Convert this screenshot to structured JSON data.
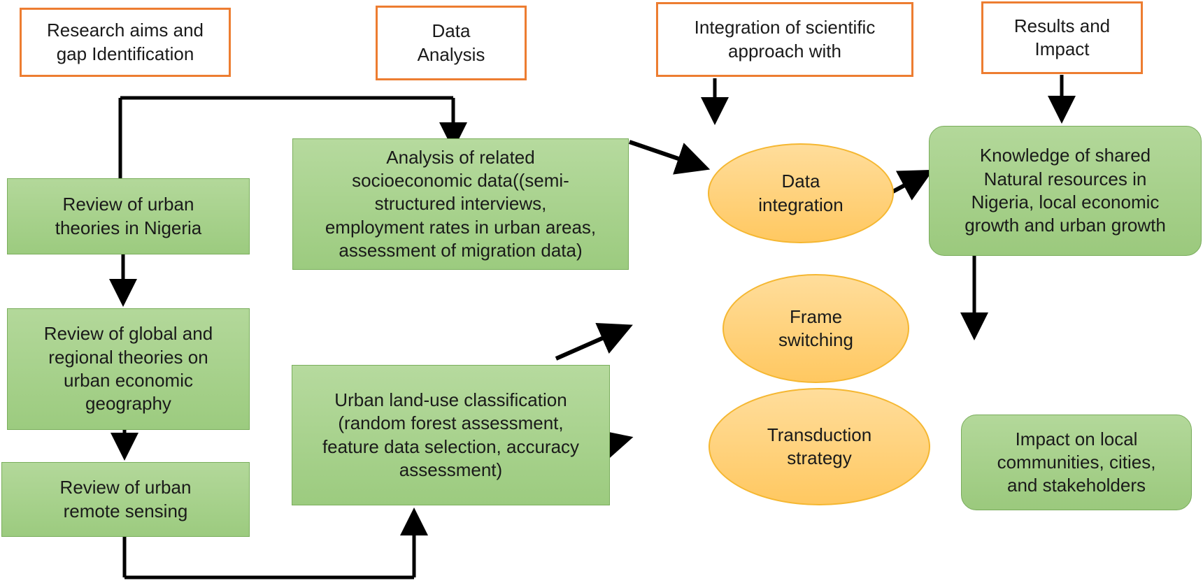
{
  "diagram": {
    "title": "Research framework flowchart",
    "colors": {
      "phase_border": "#ED7D31",
      "phase_fill": "#FFFFFF",
      "process_fill": "#9CCB7F",
      "process_border": "#7AAE5C",
      "ellipse_fill": "#FFC861",
      "ellipse_border": "#F5B731",
      "connector": "#000000",
      "text": "#1A1A1A"
    },
    "phases": [
      {
        "id": "phase-research-aims",
        "label": "Research aims and\ngap Identification"
      },
      {
        "id": "phase-data-analysis",
        "label": "Data\nAnalysis"
      },
      {
        "id": "phase-integration",
        "label": "Integration of scientific\napproach with"
      },
      {
        "id": "phase-results-impact",
        "label": "Results and\nImpact"
      }
    ],
    "processes": [
      {
        "id": "proc-urban-theories",
        "label": "Review of urban\ntheories in Nigeria"
      },
      {
        "id": "proc-global-regional-theories",
        "label": "Review of  global and\nregional theories on\nurban economic\ngeography"
      },
      {
        "id": "proc-remote-sensing",
        "label": "Review of urban\nremote sensing"
      },
      {
        "id": "proc-socioeconomic-analysis",
        "label": "Analysis of related\nsocioeconomic data((semi-\nstructured interviews,\nemployment rates in urban areas,\nassessment of migration data)"
      },
      {
        "id": "proc-landuse-classification",
        "label": "Urban land-use classification\n(random forest assessment,\nfeature data selection, accuracy\nassessment)"
      }
    ],
    "ellipses": [
      {
        "id": "ellipse-data-integration",
        "label": "Data\nintegration"
      },
      {
        "id": "ellipse-frame-switching",
        "label": "Frame\nswitching"
      },
      {
        "id": "ellipse-transduction-strategy",
        "label": "Transduction\nstrategy"
      }
    ],
    "outcomes": [
      {
        "id": "outcome-knowledge",
        "label": "Knowledge of shared\nNatural resources in\nNigeria, local economic\ngrowth and urban growth"
      },
      {
        "id": "outcome-impact",
        "label": "Impact on local\ncommunities, cities,\nand stakeholders"
      }
    ],
    "connections": [
      {
        "from": "phase-research-aims",
        "to": "proc-urban-theories"
      },
      {
        "from": "phase-research-aims",
        "to": "proc-socioeconomic-analysis"
      },
      {
        "from": "proc-urban-theories",
        "to": "proc-global-regional-theories"
      },
      {
        "from": "proc-global-regional-theories",
        "to": "proc-remote-sensing"
      },
      {
        "from": "proc-remote-sensing",
        "to": "proc-landuse-classification"
      },
      {
        "from": "proc-socioeconomic-analysis",
        "to": "ellipse-data-integration"
      },
      {
        "from": "proc-landuse-classification",
        "to": "ellipse-frame-switching"
      },
      {
        "from": "proc-landuse-classification",
        "to": "ellipse-transduction-strategy"
      },
      {
        "from": "phase-integration",
        "to": "ellipse-data-integration"
      },
      {
        "from": "ellipse-data-integration",
        "to": "outcome-knowledge"
      },
      {
        "from": "phase-results-impact",
        "to": "outcome-knowledge"
      },
      {
        "from": "outcome-knowledge",
        "to": "outcome-impact"
      }
    ]
  }
}
